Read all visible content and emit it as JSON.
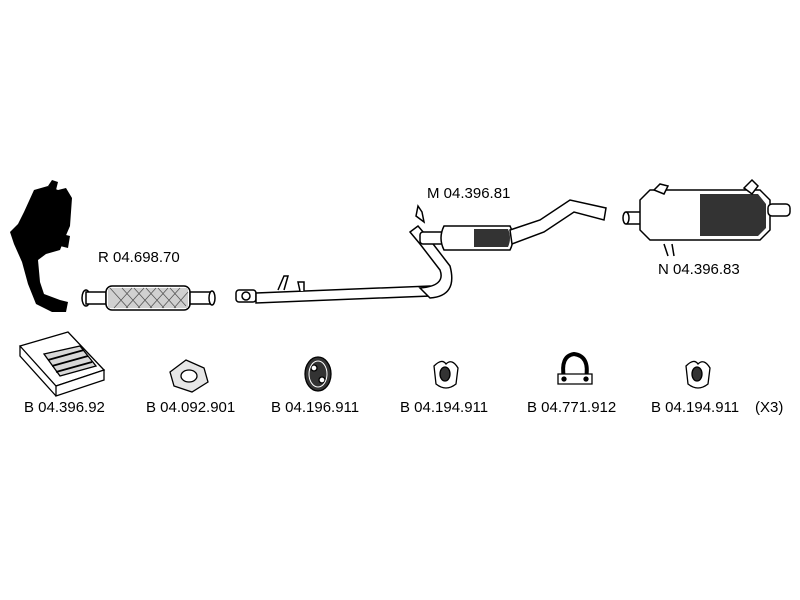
{
  "parts": {
    "main": [
      {
        "id": "front",
        "code": "R 04.698.70"
      },
      {
        "id": "middle",
        "code": "M 04.396.81"
      },
      {
        "id": "rear",
        "code": "N 04.396.83"
      }
    ],
    "fittings": [
      {
        "id": "kit",
        "code": "B 04.396.92"
      },
      {
        "id": "gasket",
        "code": "B 04.092.901"
      },
      {
        "id": "hanger-ring",
        "code": "B 04.196.911"
      },
      {
        "id": "rubber-1",
        "code": "B 04.194.911"
      },
      {
        "id": "clamp",
        "code": "B 04.771.912"
      },
      {
        "id": "rubber-2",
        "code": "B 04.194.911",
        "qty": "(X3)"
      }
    ]
  },
  "icons": [
    "catalytic-manifold-icon",
    "front-pipe-icon",
    "intermediate-pipe-icon",
    "middle-silencer-icon",
    "rear-silencer-icon",
    "fitting-kit-icon",
    "gasket-icon",
    "hanger-ring-icon",
    "rubber-mount-icon",
    "clamp-icon"
  ]
}
